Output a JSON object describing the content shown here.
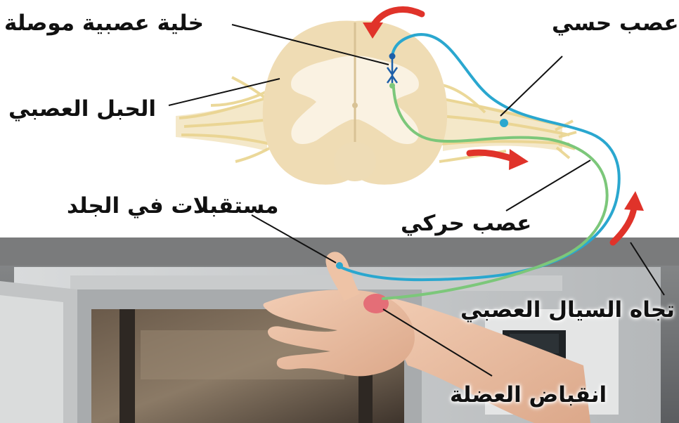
{
  "labels": {
    "interneuron": "خلية عصبية موصلة",
    "sensory_nerve": "عصب حسي",
    "spinal_cord": "الحبل العصبي",
    "skin_receptors": "مستقبلات في الجلد",
    "motor_nerve": "عصب حركي",
    "impulse_direction": "تجاه السيال العصبي",
    "muscle_contraction": "انقباض العضلة"
  },
  "colors": {
    "sensory_path": "#2aa7cf",
    "motor_path": "#7cc77a",
    "arrows": "#e0332a",
    "spinal_cord": "#efdcb4",
    "gray_matter": "#faf2e2",
    "nerve_fibers": "#eedd9e"
  }
}
